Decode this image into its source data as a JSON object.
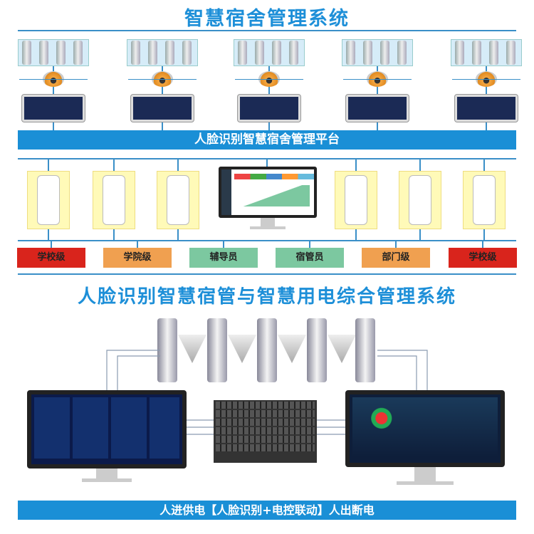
{
  "top_title": "智慧宿舍管理系统",
  "platform_bar": "人脸识别智慧宿舍管理平台",
  "roles": [
    {
      "label": "学校级",
      "color": "#d9241c"
    },
    {
      "label": "学院级",
      "color": "#f0a050"
    },
    {
      "label": "辅导员",
      "color": "#7cc8a0"
    },
    {
      "label": "宿管员",
      "color": "#7cc8a0"
    },
    {
      "label": "部门级",
      "color": "#f0a050"
    },
    {
      "label": "学校级",
      "color": "#d9241c"
    }
  ],
  "bottom_title": "人脸识别智慧宿管与智慧用电综合管理系统",
  "bottom_bar": "人进供电【人脸识别+电控联动】人出断电",
  "accent": "#1a8fd6"
}
